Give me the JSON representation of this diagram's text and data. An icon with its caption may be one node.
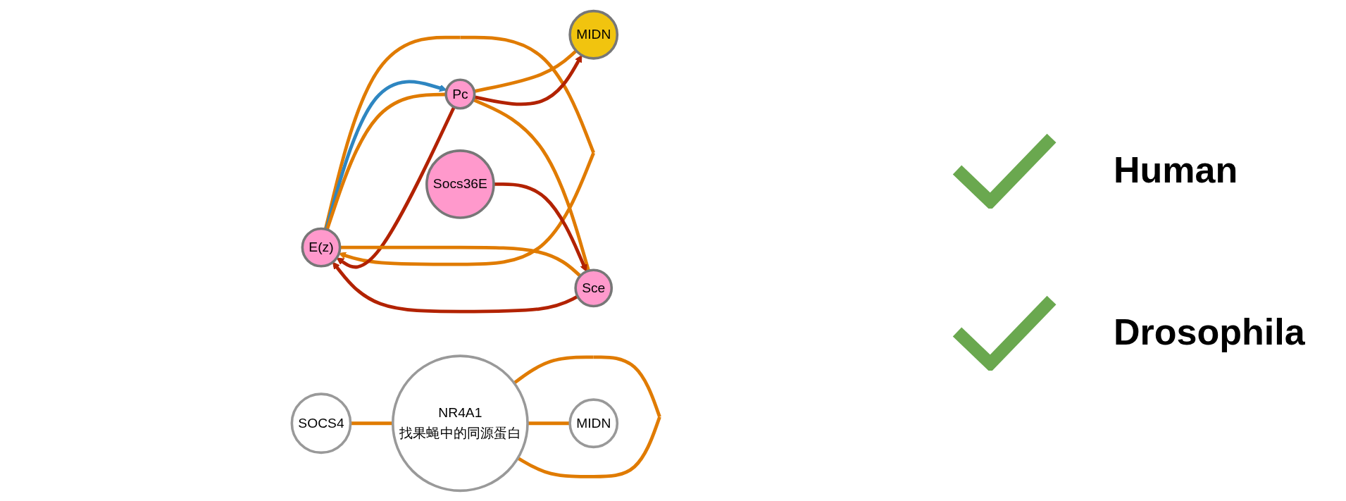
{
  "diagram": {
    "nodes": [
      {
        "text": [
          "SOCS4"
        ]
      },
      {
        "text": [
          "NR4A1",
          "找果蝇中的同源蛋白"
        ]
      },
      {
        "text": [
          "MIDN"
        ]
      },
      {
        "text": [
          "E(z)"
        ]
      },
      {
        "text": [
          "MIDN"
        ]
      },
      {
        "text": [
          "Pc"
        ]
      },
      {
        "text": [
          "Sce"
        ]
      },
      {
        "text": [
          "Socs36E"
        ]
      }
    ],
    "edges": [
      {
        "from": 0,
        "to": 1,
        "arrow": "none"
      },
      {
        "from": 1,
        "to": 1,
        "arrow": "none"
      },
      {
        "from": 1,
        "to": 2,
        "arrow": "none"
      },
      {
        "from": 3,
        "to": 3,
        "arrow": "to"
      },
      {
        "from": 5,
        "to": 3,
        "arrow": "to",
        "color": "#b22200"
      },
      {
        "from": 3,
        "to": 5,
        "arrow": "to",
        "color": "#2e86c1"
      },
      {
        "from": 3,
        "to": 5,
        "arrow": "none"
      },
      {
        "from": 3,
        "to": 6,
        "arrow": "none"
      },
      {
        "from": 6,
        "to": 3,
        "arrow": "to",
        "color": "#b22200"
      },
      {
        "from": 5,
        "to": 4,
        "arrow": "none"
      },
      {
        "from": 5,
        "to": 4,
        "arrow": "to",
        "color": "#b22200"
      },
      {
        "from": 5,
        "to": 6,
        "arrow": "none"
      },
      {
        "from": 7,
        "to": 6,
        "arrow": "to",
        "color": "#b22200"
      }
    ],
    "labels": [
      "Human",
      "Drosophila"
    ]
  }
}
